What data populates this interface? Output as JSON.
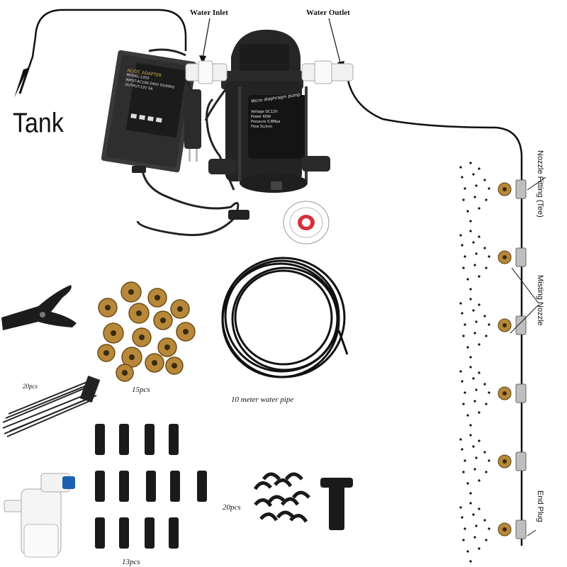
{
  "labels": {
    "tank": "Tank",
    "water_inlet": "Water Inlet",
    "water_outlet": "Water Outlet",
    "nozzle_fitting": "Nozzle Fitting (Tee)",
    "misting_nozzle": "Misting Nozzle",
    "end_plug": "End Plug",
    "pipe": "10 meter water pipe",
    "cable_ties_qty": "20pcs",
    "nozzles_qty": "15pcs",
    "connectors_qty": "13pcs",
    "clips_qty": "20pcs"
  },
  "adapter": {
    "title": "AC/DC ADAPTER",
    "model": "MODEL:1205",
    "input": "INPUT:AC100-240V 50/60Hz",
    "output": "OUTPUT:12V 5A"
  },
  "pump": {
    "brand": "Micro diaphragm pump",
    "voltage_label": "Voltage",
    "voltage": "DC12V",
    "power_label": "Power",
    "power": "60W",
    "pressure_label": "Pressure",
    "pressure": "0.8Mpa",
    "flow_label": "Flow",
    "flow": "5L/min"
  }
}
